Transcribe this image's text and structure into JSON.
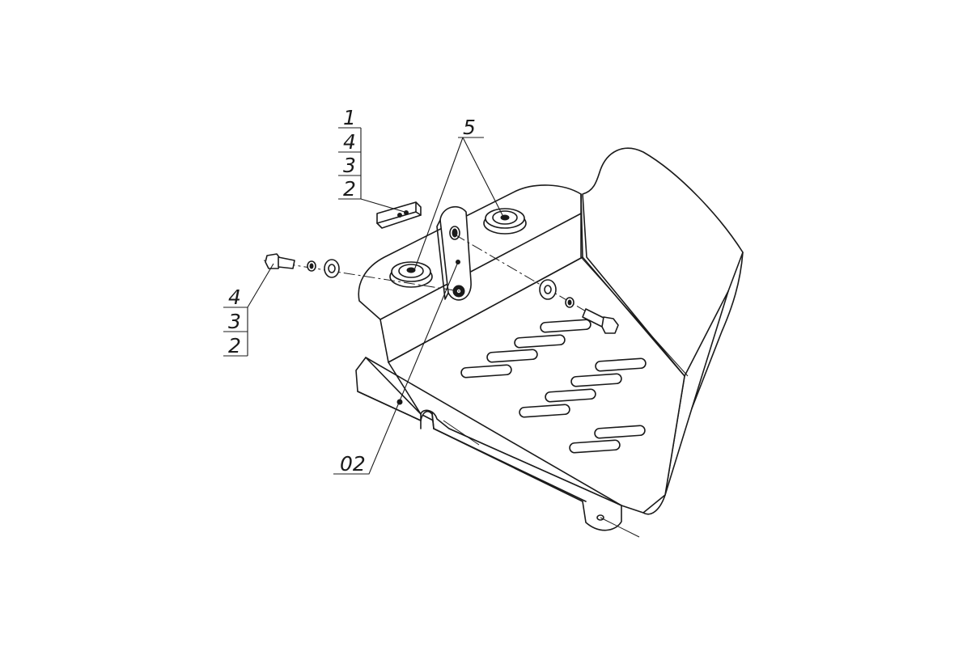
{
  "callouts": {
    "stack_top": [
      "1",
      "4",
      "3",
      "2"
    ],
    "stack_left": [
      "4",
      "3",
      "2"
    ],
    "label_5": "5",
    "label_02": "02"
  }
}
